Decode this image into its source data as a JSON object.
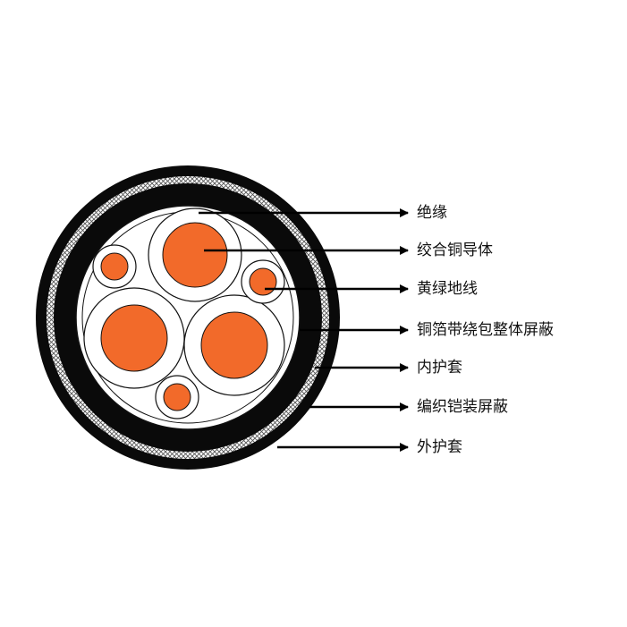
{
  "colors": {
    "jacket": "#0a0a0a",
    "braid": "#ffffff",
    "braid_hatch": "#555555",
    "insulation": "#ffffff",
    "conductor": "#f26a2a",
    "outline": "#111111"
  },
  "icons": {
    "arrow": "arrow-right-icon"
  },
  "labels": [
    {
      "id": "insulation",
      "text": "绝缘"
    },
    {
      "id": "conductor",
      "text": "绞合铜导体"
    },
    {
      "id": "ground",
      "text": "黄绿地线"
    },
    {
      "id": "copper-tape",
      "text": "铜箔带绕包整体屏蔽"
    },
    {
      "id": "inner-sheath",
      "text": "内护套"
    },
    {
      "id": "braid",
      "text": "编织铠装屏蔽"
    },
    {
      "id": "outer-sheath",
      "text": "外护套"
    }
  ]
}
